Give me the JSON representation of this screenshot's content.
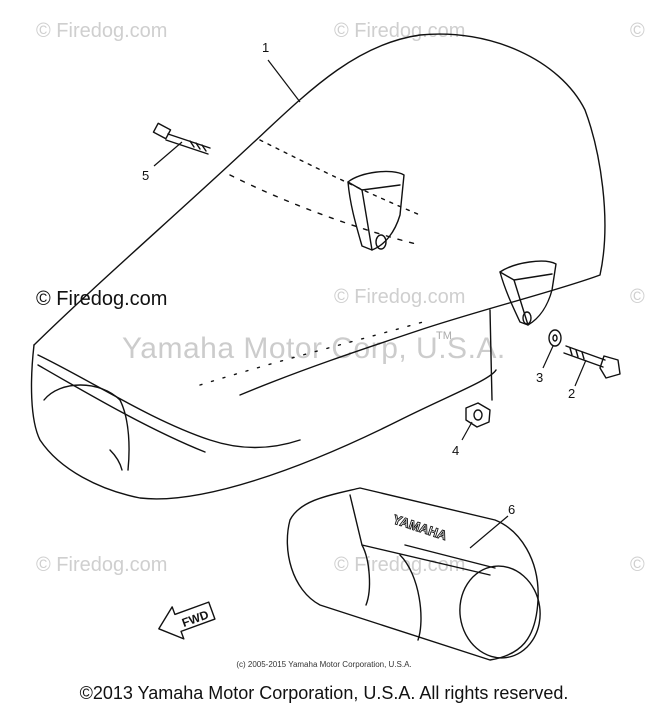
{
  "watermarks": {
    "firedog_faint": "© Firedog.com",
    "firedog_strong": "© Firedog.com",
    "firedog_right_edge": "©",
    "yamaha": "Yamaha Motor Corp, U.S.A.",
    "trademark": "TM"
  },
  "callouts": [
    "1",
    "2",
    "3",
    "4",
    "5",
    "6"
  ],
  "emblem_label": "YAMAHA",
  "fwd_label": "FWD",
  "image_copyright": "(c) 2005-2015 Yamaha Motor Corporation, U.S.A.",
  "footer_copyright": "©2013 Yamaha Motor Corporation, U.S.A. All rights reserved."
}
